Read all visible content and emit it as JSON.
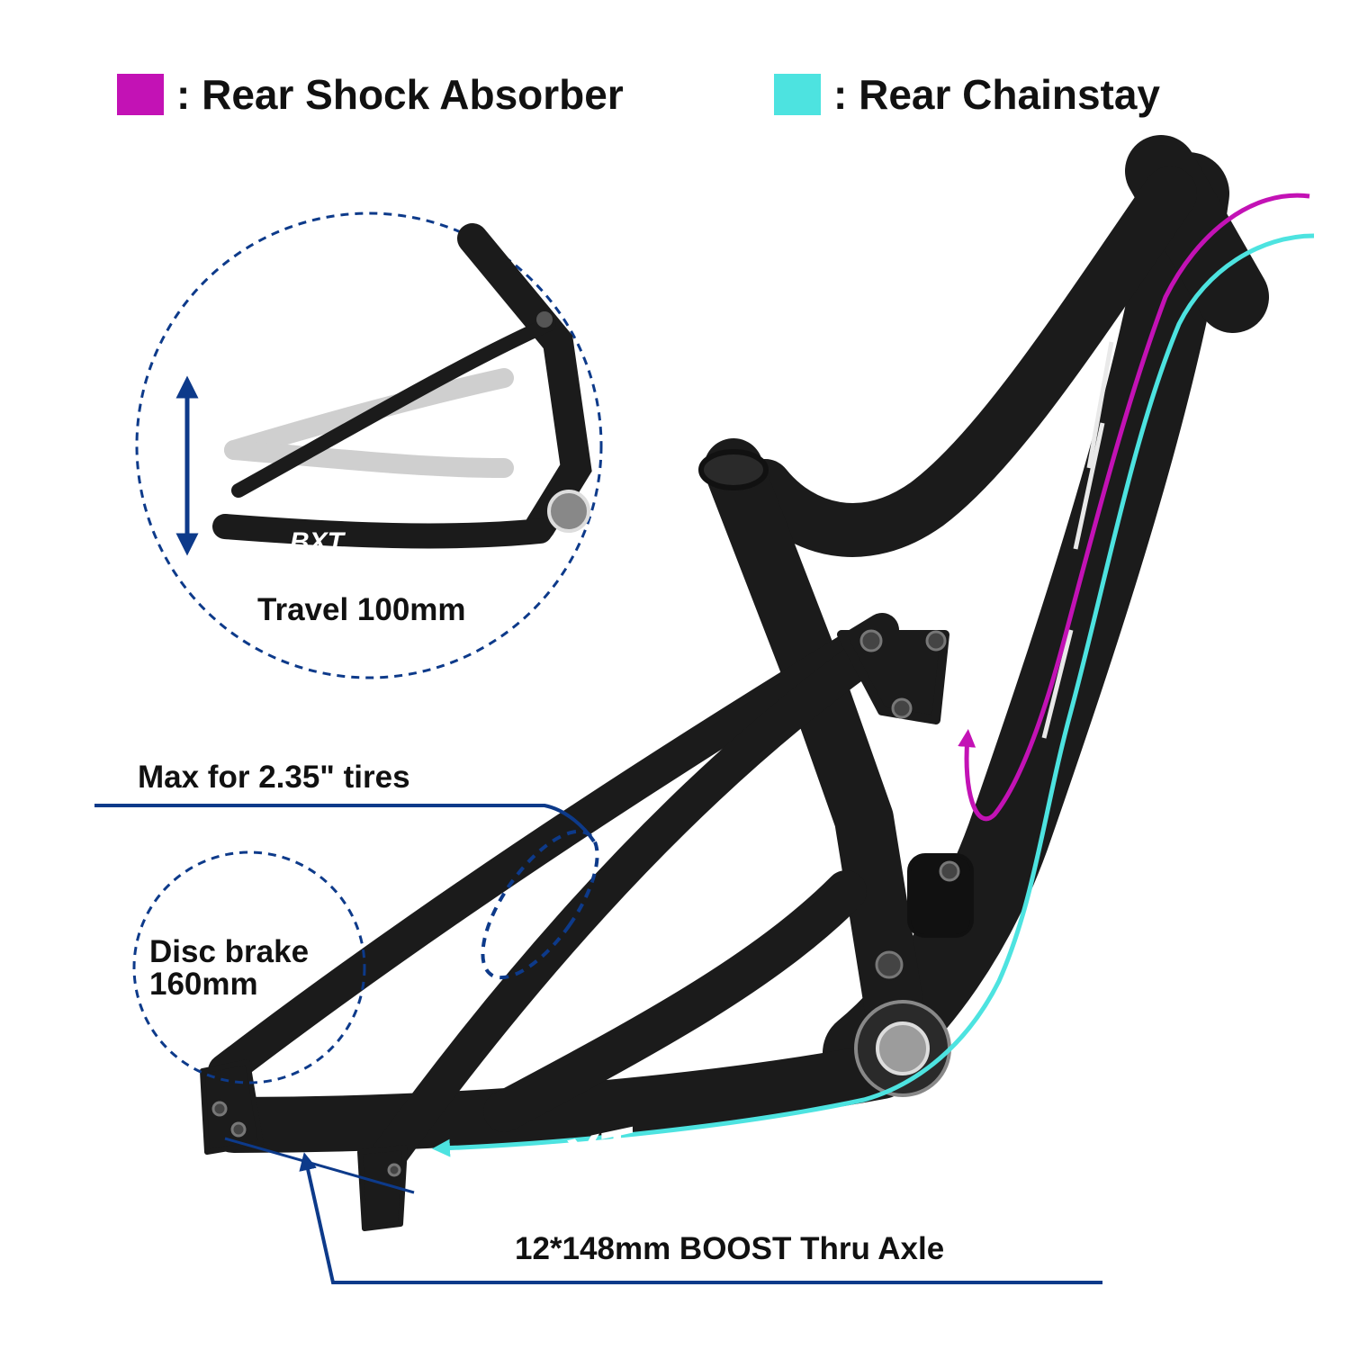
{
  "legend": {
    "items": [
      {
        "label": ": Rear Shock Absorber",
        "color": "#c312b5"
      },
      {
        "label": ": Rear Chainstay",
        "color": "#4de3e0"
      }
    ]
  },
  "callouts": {
    "travel": "Travel 100mm",
    "tire_clearance": "Max for 2.35\" tires",
    "disc_brake_line1": "Disc brake",
    "disc_brake_line2": "160mm",
    "axle": "12*148mm BOOST Thru Axle"
  },
  "frame": {
    "brand_text": "BXT"
  },
  "colors": {
    "frame": "#1b1b1b",
    "callout_line": "#0d3a8a",
    "shock_highlight": "#c312b5",
    "chainstay_highlight": "#4de3e0"
  }
}
